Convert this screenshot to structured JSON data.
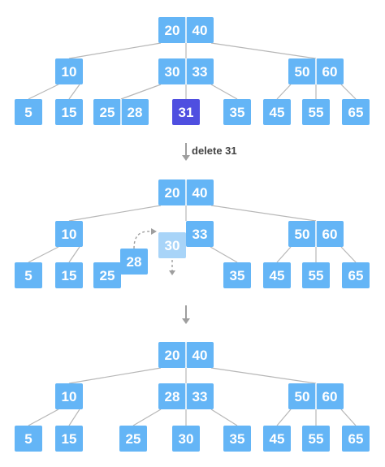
{
  "colors": {
    "node": "#64b5f6",
    "node_faded": "#a8d4f8",
    "highlight": "#4f4fe0",
    "edge": "#b7b7b7",
    "arrow": "#9e9e9e"
  },
  "step_label": "delete 31",
  "trees": [
    {
      "root": [
        "20",
        "40"
      ],
      "level1": [
        [
          "10"
        ],
        [
          "30",
          "33"
        ],
        [
          "50",
          "60"
        ]
      ],
      "leaves": [
        [
          "5"
        ],
        [
          "15"
        ],
        [
          "25",
          "28"
        ],
        [
          "31"
        ],
        [
          "35"
        ],
        [
          "45"
        ],
        [
          "55"
        ],
        [
          "65"
        ]
      ],
      "highlighted_key": "31"
    },
    {
      "root": [
        "20",
        "40"
      ],
      "level1": [
        [
          "10"
        ],
        [
          "33"
        ],
        [
          "50",
          "60"
        ]
      ],
      "leaves": [
        [
          "5"
        ],
        [
          "15"
        ],
        [
          "25"
        ],
        [
          "35"
        ],
        [
          "45"
        ],
        [
          "55"
        ],
        [
          "65"
        ]
      ],
      "moving_keys": [
        "28",
        "30"
      ]
    },
    {
      "root": [
        "20",
        "40"
      ],
      "level1": [
        [
          "10"
        ],
        [
          "28",
          "33"
        ],
        [
          "50",
          "60"
        ]
      ],
      "leaves": [
        [
          "5"
        ],
        [
          "15"
        ],
        [
          "25"
        ],
        [
          "30"
        ],
        [
          "35"
        ],
        [
          "45"
        ],
        [
          "55"
        ],
        [
          "65"
        ]
      ]
    }
  ]
}
